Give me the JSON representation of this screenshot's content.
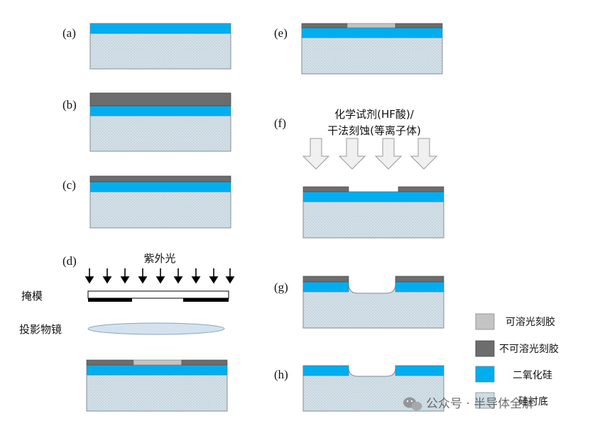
{
  "steps": {
    "a": "(a)",
    "b": "(b)",
    "c": "(c)",
    "d": "(d)",
    "e": "(e)",
    "f": "(f)",
    "g": "(g)",
    "h": "(h)"
  },
  "annotations": {
    "uv_light": "紫外光",
    "mask": "掩模",
    "projection_lens": "投影物镜",
    "etchant_line1": "化学试剂(HF酸)/",
    "etchant_line2": "干法刻蚀(等离子体)"
  },
  "legend": {
    "soluble_photoresist": "可溶光刻胶",
    "insoluble_photoresist": "不可溶光刻胶",
    "silicon_dioxide": "二氧化硅",
    "silicon_substrate": "硅衬底"
  },
  "watermark": "公众号 · 半导体全解",
  "colors": {
    "substrate": "#cfdde6",
    "oxide": "#00aef0",
    "insoluble_resist": "#6d6d6d",
    "soluble_resist": "#c4c4c4",
    "mask_bar": "#000000",
    "lens": "#d4e2f0",
    "etch_arrow": "#f0f0f0"
  }
}
